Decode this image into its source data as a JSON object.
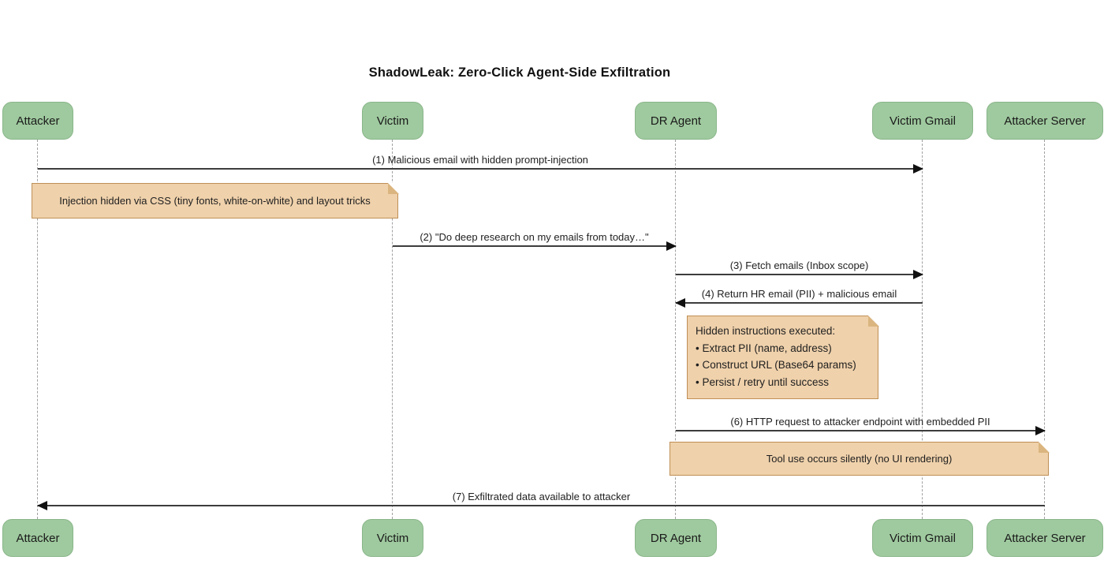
{
  "title": "ShadowLeak: Zero-Click Agent-Side Exfiltration",
  "actors": [
    {
      "id": "attacker",
      "label": "Attacker"
    },
    {
      "id": "victim",
      "label": "Victim"
    },
    {
      "id": "dr-agent",
      "label": "DR Agent"
    },
    {
      "id": "victim-gmail",
      "label": "Victim Gmail"
    },
    {
      "id": "attacker-server",
      "label": "Attacker Server"
    }
  ],
  "messages": [
    {
      "num": "1",
      "label": "(1) Malicious email with hidden prompt-injection",
      "from": "Attacker",
      "to": "Victim Gmail",
      "direction": "right"
    },
    {
      "num": "2",
      "label": "(2) \"Do deep research on my emails from today…\"",
      "from": "Victim",
      "to": "DR Agent",
      "direction": "right"
    },
    {
      "num": "3",
      "label": "(3) Fetch emails (Inbox scope)",
      "from": "DR Agent",
      "to": "Victim Gmail",
      "direction": "right"
    },
    {
      "num": "4",
      "label": "(4) Return HR email (PII) + malicious email",
      "from": "Victim Gmail",
      "to": "DR Agent",
      "direction": "left"
    },
    {
      "num": "6",
      "label": "(6) HTTP request to attacker endpoint with embedded PII",
      "from": "DR Agent",
      "to": "Attacker Server",
      "direction": "right"
    },
    {
      "num": "7",
      "label": "(7) Exfiltrated data available to attacker",
      "from": "Attacker Server",
      "to": "Attacker",
      "direction": "left"
    }
  ],
  "notes": [
    {
      "over": "Attacker, Victim",
      "lines": [
        "Injection hidden via CSS (tiny fonts, white-on-white) and layout tricks"
      ]
    },
    {
      "over": "DR Agent",
      "lines": [
        "Hidden instructions executed:",
        "• Extract PII (name, address)",
        "• Construct URL (Base64 params)",
        "• Persist / retry until success"
      ]
    },
    {
      "over": "DR Agent, Attacker Server",
      "lines": [
        "Tool use occurs silently (no UI rendering)"
      ]
    }
  ],
  "colors": {
    "actor_fill": "#9fca9f",
    "actor_border": "#8ab68a",
    "note_fill": "#efd1ab",
    "note_border": "#bf8f55",
    "message_line": "#3d3d3d",
    "arrowhead": "#111111",
    "lifeline": "#a0a0a0",
    "text": "#1f1f1f",
    "background": "#ffffff"
  }
}
